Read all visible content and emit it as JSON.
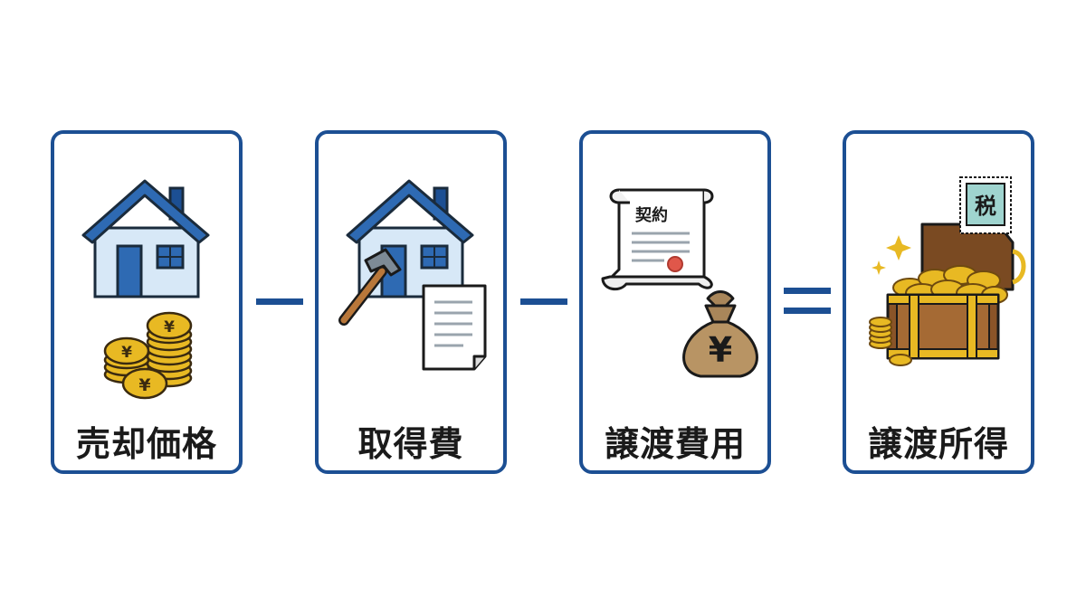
{
  "cards": [
    {
      "label": "売却価格",
      "icons": [
        "house-icon",
        "yen-coins-icon"
      ]
    },
    {
      "label": "取得費",
      "icons": [
        "house-icon",
        "hammer-icon",
        "document-icon"
      ]
    },
    {
      "label": "譲渡費用",
      "icons": [
        "contract-scroll-icon",
        "yen-money-bag-icon"
      ],
      "contract_text": "契約"
    },
    {
      "label": "譲渡所得",
      "icons": [
        "tax-stamp-icon",
        "treasure-chest-icon"
      ],
      "stamp_text": "税"
    }
  ],
  "operators": [
    "minus",
    "minus",
    "equals"
  ],
  "symbols": {
    "yen": "¥"
  },
  "colors": {
    "accent": "#1c4f93",
    "gold": "#e8b923",
    "house_fill": "#d7e8f7"
  }
}
